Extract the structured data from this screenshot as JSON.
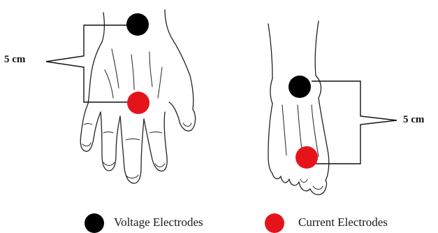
{
  "diagram": {
    "hand_distance_label": "5 cm",
    "foot_distance_label": "5 cm"
  },
  "legend": {
    "voltage": {
      "label": "Voltage Electrodes",
      "color": "#000000"
    },
    "current": {
      "label": "Current Electrodes",
      "color": "#e5141b"
    }
  },
  "icons": {
    "hand": "hand-outline-icon",
    "foot": "foot-outline-icon"
  }
}
